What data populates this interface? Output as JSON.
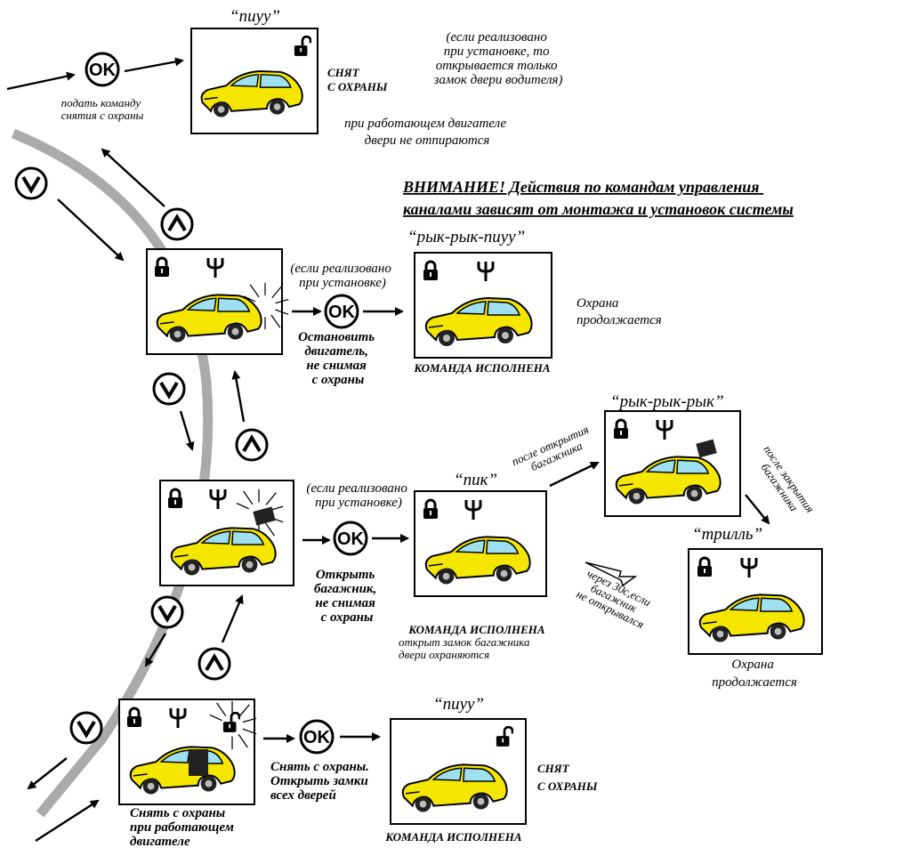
{
  "panels": {
    "disarm_top": {
      "sound": "“пиуу”",
      "status": [
        "СНЯТ",
        "С ОХРАНЫ"
      ]
    },
    "engine_stop": {
      "sound": "“рык-рык-пиуу”",
      "result": "КОМАНДА ИСПОЛНЕНА",
      "note": [
        "Охрана",
        "продолжается"
      ]
    },
    "trunk_open": {
      "sound": "“пик”",
      "result": "КОМАНДА ИСПОЛНЕНА",
      "detail": [
        "открыт замок багажника",
        "двери охраняются"
      ]
    },
    "trunk_opened": {
      "sound": "“рык-рык-рык”"
    },
    "trunk_timeout": {
      "sound": "“трилль”",
      "note": [
        "Охрана",
        "продолжается"
      ]
    },
    "disarm_bottom": {
      "sound": "“пиуу”",
      "status": [
        "СНЯТ",
        "С ОХРАНЫ"
      ],
      "result": "КОМАНДА ИСПОЛНЕНА"
    }
  },
  "labels": {
    "cmd_disarm": [
      "подать команду",
      "снятия с охраны"
    ],
    "top_note": [
      "(если реализовано",
      "при установке, то",
      "открывается только",
      "замок двери водителя)"
    ],
    "engine_note": [
      "при работающем двигателе",
      "двери не отпираются"
    ],
    "warning": [
      "ВНИМАНИЕ! Действия по командам управления",
      "каналами зависят от монтажа и установок системы"
    ],
    "if_impl_1": [
      "(если реализовано",
      "при установке)"
    ],
    "if_impl_2": [
      "(если реализовано",
      "при установке)"
    ],
    "stop_engine": [
      "Остановить",
      "двигатель,",
      "не снимая",
      "с охраны"
    ],
    "open_trunk": [
      "Открыть",
      "багажник,",
      "не снимая",
      "с охраны"
    ],
    "after_open": [
      "после открытия",
      "багажника"
    ],
    "after_close": [
      "после закрытия",
      "багажника"
    ],
    "timeout": [
      "через 30с,если",
      "багажник",
      "не открывался"
    ],
    "disarm_open": [
      "Снять с охраны.",
      "Открыть замки",
      "всех дверей"
    ],
    "disarm_running": [
      "Снять с охраны",
      "при работающем",
      "двигателе"
    ]
  },
  "buttons": {
    "ok": "OK"
  },
  "colors": {
    "car_body": "#f5e600",
    "window": "#9fe0f0",
    "track": "#aaaaaa"
  }
}
